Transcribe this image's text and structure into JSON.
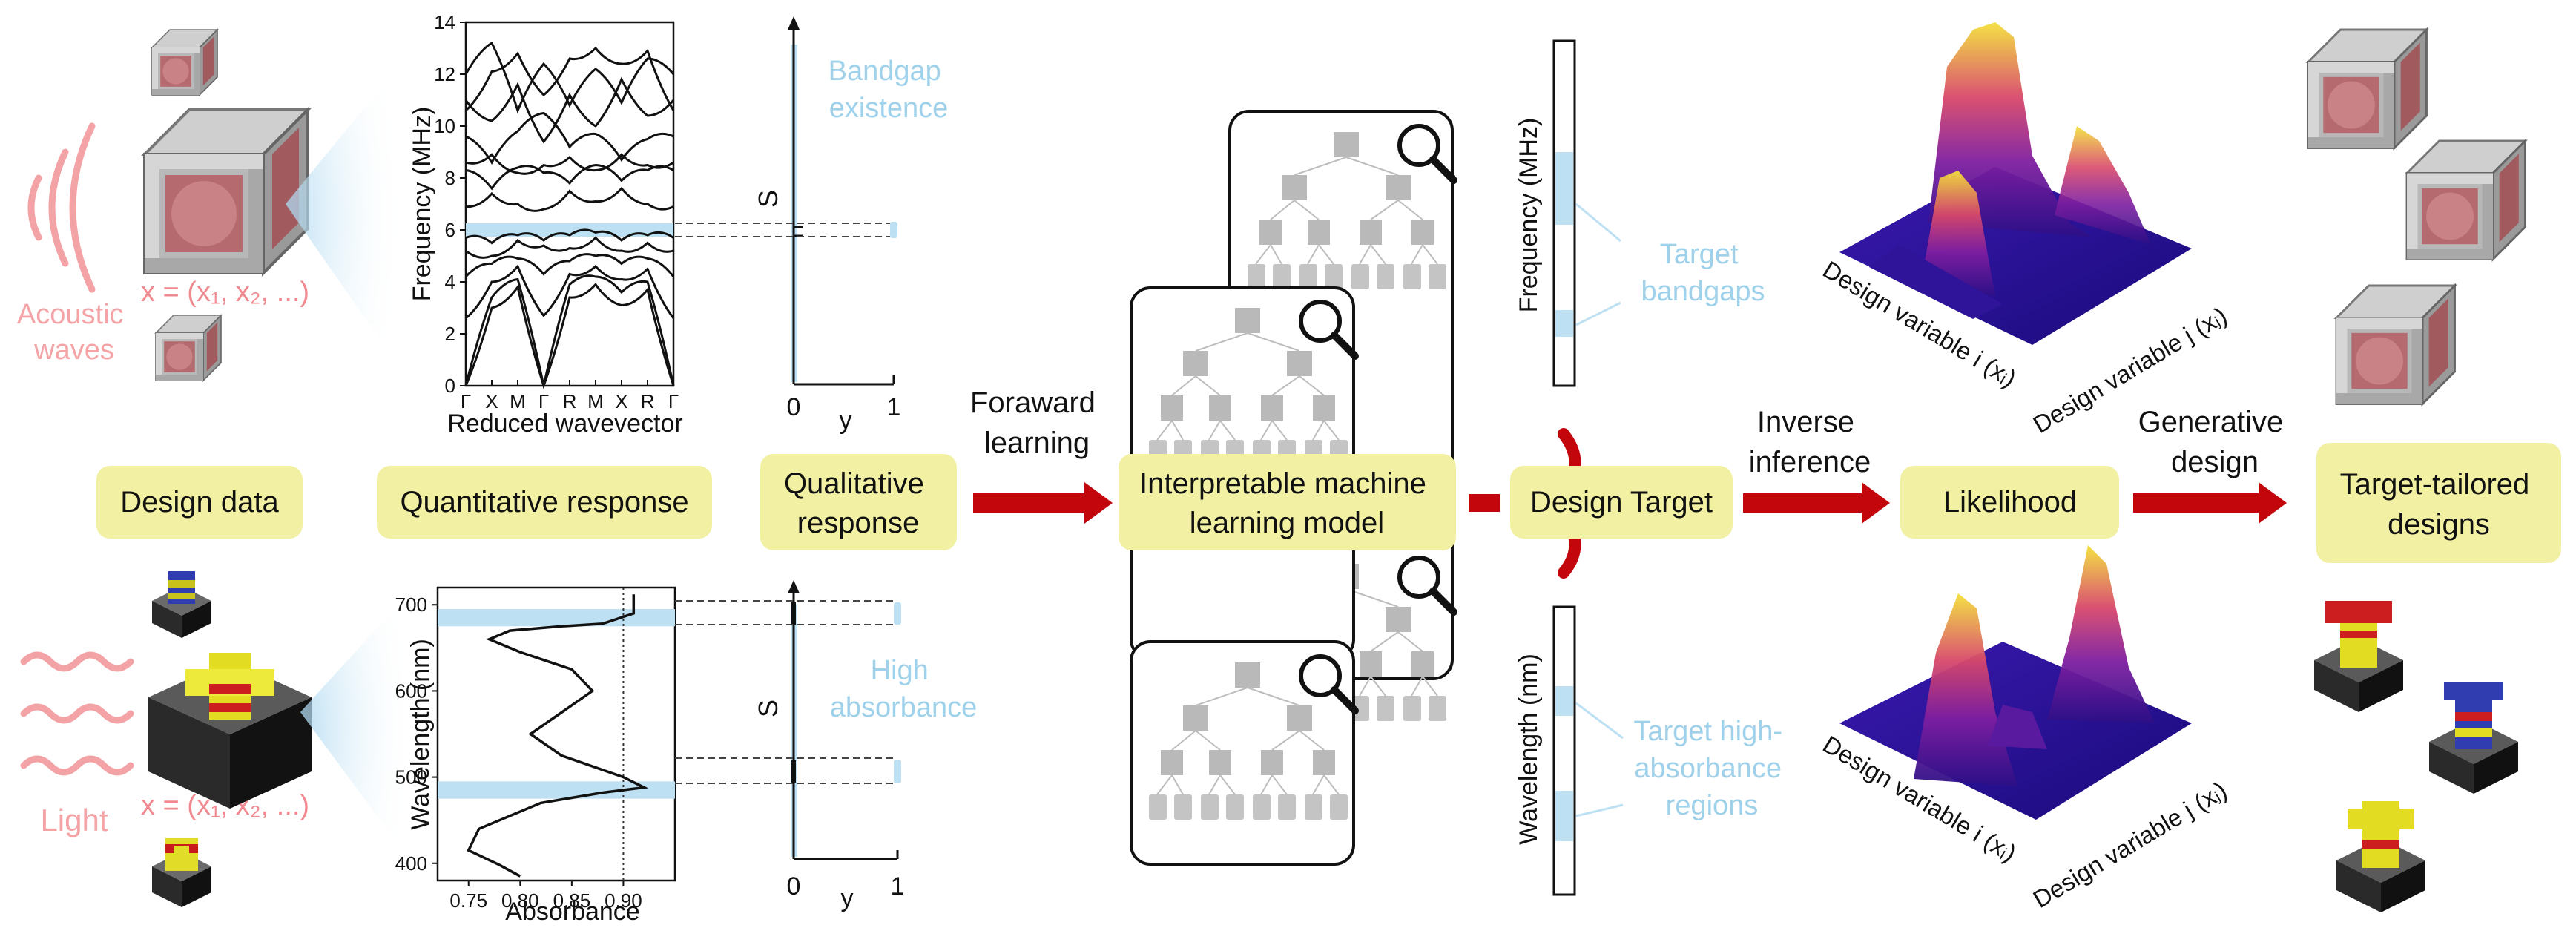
{
  "inputs": {
    "acoustic_label": [
      "Acoustic",
      "waves"
    ],
    "light_label": "Light",
    "design_vector": "x = (x₁, x₂, ...)"
  },
  "pipeline": {
    "stages": {
      "design_data": "Design data",
      "quantitative": "Quantitative response",
      "qualitative": [
        "Qualitative",
        "response"
      ],
      "model": [
        "Interpretable machine",
        "learning model"
      ],
      "design_target": "Design Target",
      "likelihood": "Likelihood",
      "designs": [
        "Target-tailored",
        "designs"
      ]
    },
    "arrows": {
      "forward": [
        "Foraward",
        "learning"
      ],
      "inverse": [
        "Inverse",
        "inference"
      ],
      "generative": [
        "Generative",
        "design"
      ]
    }
  },
  "colors": {
    "stage_box": "#f1f0a3",
    "arrow_red": "#c3060c",
    "highlight_blue": "#bde0f3",
    "label_blue": "#9fd2ea",
    "label_pink": "#f4a3a6"
  },
  "chart_data": [
    {
      "type": "line",
      "title": "",
      "xlabel": "Reduced wavevector",
      "ylabel": "Frequency (MHz)",
      "x_ticks": [
        "Γ",
        "X",
        "M",
        "Γ",
        "R",
        "M",
        "X",
        "R",
        "Γ"
      ],
      "ylim": [
        0,
        14
      ],
      "y_ticks": [
        0,
        2,
        4,
        6,
        8,
        10,
        12,
        14
      ],
      "highlight_band": [
        5.9,
        6.3
      ]
    },
    {
      "type": "line",
      "title": "",
      "xlabel": "Absorbance",
      "ylabel": "Wavelength (nm)",
      "xlim": [
        0.72,
        0.95
      ],
      "ylim": [
        380,
        720
      ],
      "x_ticks": [
        0.75,
        0.8,
        0.85,
        0.9
      ],
      "x_tick_labels": [
        "0.75",
        "0.80",
        "0.85",
        "0.90"
      ],
      "y_ticks": [
        400,
        500,
        600,
        700
      ],
      "threshold": 0.9,
      "highlight_bands": [
        [
          675,
          695
        ],
        [
          475,
          495
        ]
      ],
      "series": [
        {
          "x": [
            0.8,
            0.78,
            0.75,
            0.76,
            0.82,
            0.88,
            0.92,
            0.9,
            0.84,
            0.81,
            0.84,
            0.87,
            0.85,
            0.8,
            0.77,
            0.79,
            0.84,
            0.88,
            0.91,
            0.91
          ],
          "y": [
            385,
            398,
            415,
            440,
            470,
            482,
            488,
            500,
            525,
            550,
            575,
            600,
            625,
            645,
            660,
            670,
            675,
            678,
            690,
            712
          ]
        }
      ]
    },
    {
      "type": "bar",
      "title": "",
      "xlabel": "y",
      "ylabel": "S",
      "x_ticks": [
        "0",
        "1"
      ],
      "annotation": [
        "Bandgap",
        "existence"
      ]
    },
    {
      "type": "bar",
      "title": "",
      "xlabel": "y",
      "ylabel": "S",
      "x_ticks": [
        "0",
        "1"
      ],
      "annotation": [
        "High",
        "absorbance"
      ]
    },
    {
      "type": "bar",
      "title": "",
      "xlabel": "",
      "ylabel": "Frequency (MHz)",
      "annotation": [
        "Target",
        "bandgaps"
      ]
    },
    {
      "type": "bar",
      "title": "",
      "xlabel": "",
      "ylabel": "Wavelength (nm)",
      "annotation": [
        "Target high-",
        "absorbance",
        "regions"
      ]
    },
    {
      "type": "heatmap",
      "title": "",
      "xlabel": "Design variable i (xᵢ)",
      "ylabel": "Design variable j (xⱼ)"
    },
    {
      "type": "heatmap",
      "title": "",
      "xlabel": "Design variable i (xᵢ)",
      "ylabel": "Design variable j (xⱼ)"
    }
  ]
}
